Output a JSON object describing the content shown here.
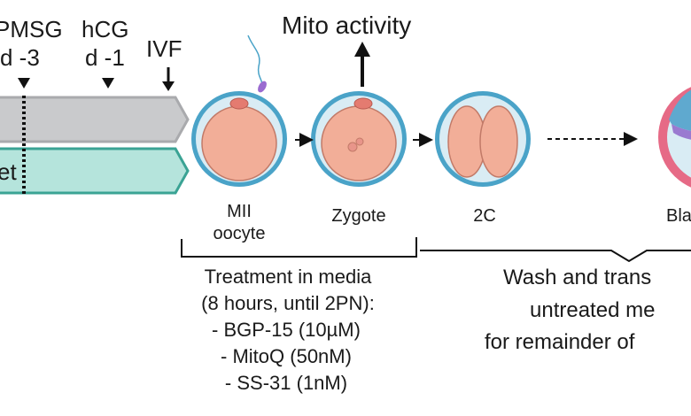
{
  "timeline": {
    "pmsg": {
      "label": "PMSG",
      "day": "d -3"
    },
    "hcg": {
      "label": "hCG",
      "day": "d -1"
    },
    "ivf": {
      "label": "IVF"
    },
    "bar_top_label_fragment": "",
    "bar_bottom_label_fragment": "et"
  },
  "stages": [
    {
      "line1": "MII",
      "line2": "oocyte"
    },
    {
      "line1": "Zygote"
    },
    {
      "line1": "2C"
    },
    {
      "line1": "Bla"
    }
  ],
  "mito_activity": "Mito activity",
  "treatment": {
    "lines": [
      "Treatment in media",
      "(8 hours, until 2PN):",
      "- BGP-15 (10µM)",
      "- MitoQ (50nM)",
      "- SS-31 (1nM)"
    ]
  },
  "wash": {
    "lines": [
      "Wash and trans",
      "untreated me",
      "for remainder of"
    ]
  },
  "colors": {
    "zona": "#4aa3c8",
    "perivitelline": "#d9ecf4",
    "cytoplasm": "#f2ae98",
    "grey_bar": "#c9cacc",
    "teal_bar": "#b5e4dc",
    "teal_stroke": "#3aa394"
  }
}
